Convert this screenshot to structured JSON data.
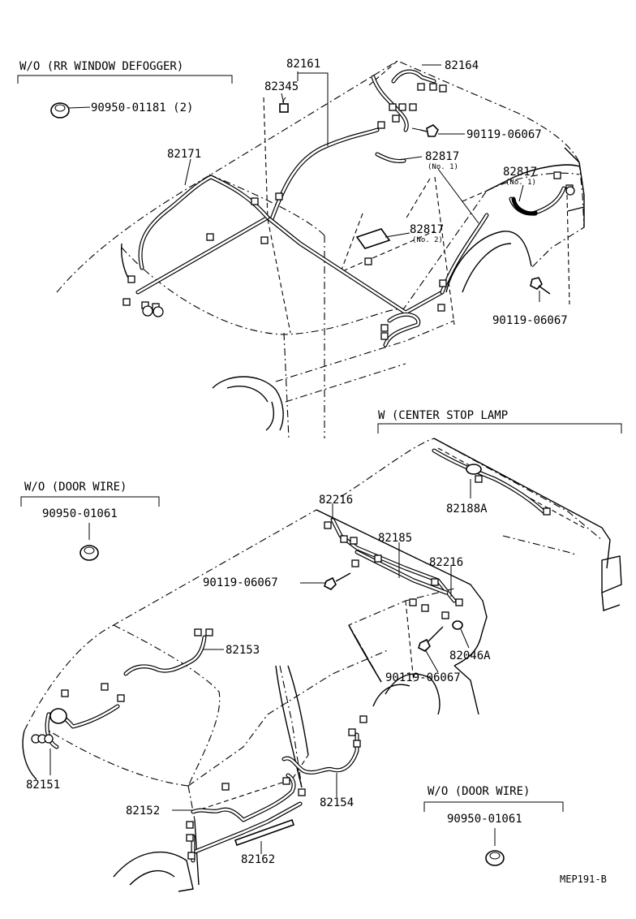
{
  "top_section": {
    "option_label": "W/O (RR WINDOW DEFOGGER)",
    "parts": {
      "p82161": "82161",
      "p82164": "82164",
      "p82345": "82345",
      "p90950_01181": "90950-01181 (2)",
      "p90119_06067_a": "90119-06067",
      "p82171": "82171",
      "p82817_a": "82817",
      "p82817_a_note": "(No. 1)",
      "p82817_b": "82817",
      "p82817_b_note": "(No. 1)",
      "p82817_c": "82817",
      "p82817_c_note": "(No. 2)",
      "p90119_06067_b": "90119-06067"
    }
  },
  "center_stop_section": {
    "option_label": "W (CENTER STOP LAMP",
    "parts": {
      "p82188A": "82188A"
    }
  },
  "door_wire_left": {
    "option_label": "W/O (DOOR WIRE)",
    "part": "90950-01061"
  },
  "bottom_section": {
    "parts": {
      "p82216_a": "82216",
      "p82185": "82185",
      "p82216_b": "82216",
      "p90119_06067_c": "90119-06067",
      "p82153": "82153",
      "p82046A": "82046A",
      "p90119_06067_d": "90119-06067",
      "p82151": "82151",
      "p82152": "82152",
      "p82154": "82154",
      "p82162": "82162"
    }
  },
  "door_wire_right": {
    "option_label": "W/O (DOOR WIRE)",
    "part": "90950-01061"
  },
  "diagram_code": "MEP191-B"
}
